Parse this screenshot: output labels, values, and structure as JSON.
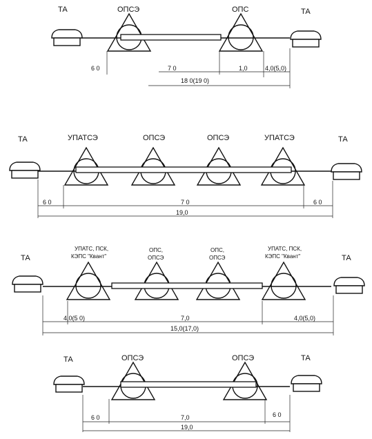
{
  "diagrams": [
    {
      "id": "d1",
      "ta_left": "ТА",
      "ta_right": "ТА",
      "nodes": [
        {
          "label": "ОПСЭ"
        },
        {
          "label": "ОПС"
        }
      ],
      "dims": {
        "left": "6 0",
        "mid": "7 0",
        "mid2": "1,0",
        "right": "4,0(5,0)",
        "total": "18 0(19 0)"
      }
    },
    {
      "id": "d2",
      "ta_left": "ТА",
      "ta_right": "ТА",
      "nodes": [
        {
          "label": "УПАТСЭ"
        },
        {
          "label": "ОПСЭ"
        },
        {
          "label": "ОПСЭ"
        },
        {
          "label": "УПАТСЭ"
        }
      ],
      "dims": {
        "left": "6 0",
        "mid": "7 0",
        "right": "6 0",
        "total": "19,0"
      }
    },
    {
      "id": "d3",
      "ta_left": "ТА",
      "ta_right": "ТА",
      "nodes": [
        {
          "label1": "УПАТС, ПСК,",
          "label2": "КЭПС \"Квант\""
        },
        {
          "label1": "ОПС,",
          "label2": "ОПСЭ"
        },
        {
          "label1": "ОПС,",
          "label2": "ОПСЭ"
        },
        {
          "label1": "УПАТС, ПСК,",
          "label2": "КЭПС \"Квант\""
        }
      ],
      "dims": {
        "left": "4,0(5 0)",
        "mid": "7,0",
        "right": "4,0(5,0)",
        "total": "15,0(17,0)"
      }
    },
    {
      "id": "d4",
      "ta_left": "ТА",
      "ta_right": "ТА",
      "nodes": [
        {
          "label": "ОПСЭ"
        },
        {
          "label": "ОПСЭ"
        }
      ],
      "dims": {
        "left": "6 0",
        "mid": "7,0",
        "right": "6 0",
        "total": "19,0"
      }
    }
  ]
}
